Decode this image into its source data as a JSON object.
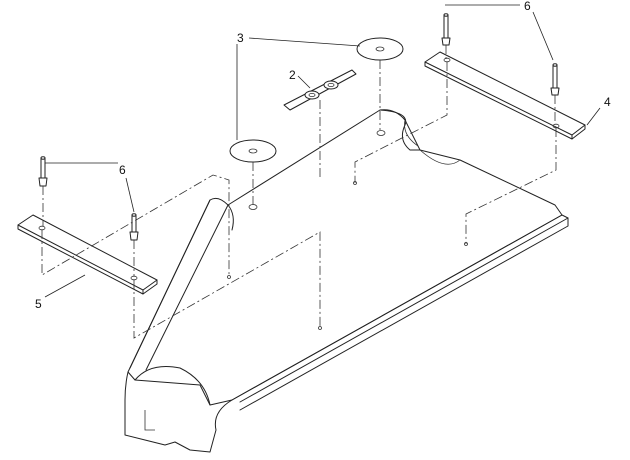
{
  "diagram": {
    "callouts": {
      "c2": "2",
      "c3a": "3",
      "c4": "4",
      "c5": "5",
      "c6a": "6",
      "c6b": "6"
    }
  }
}
